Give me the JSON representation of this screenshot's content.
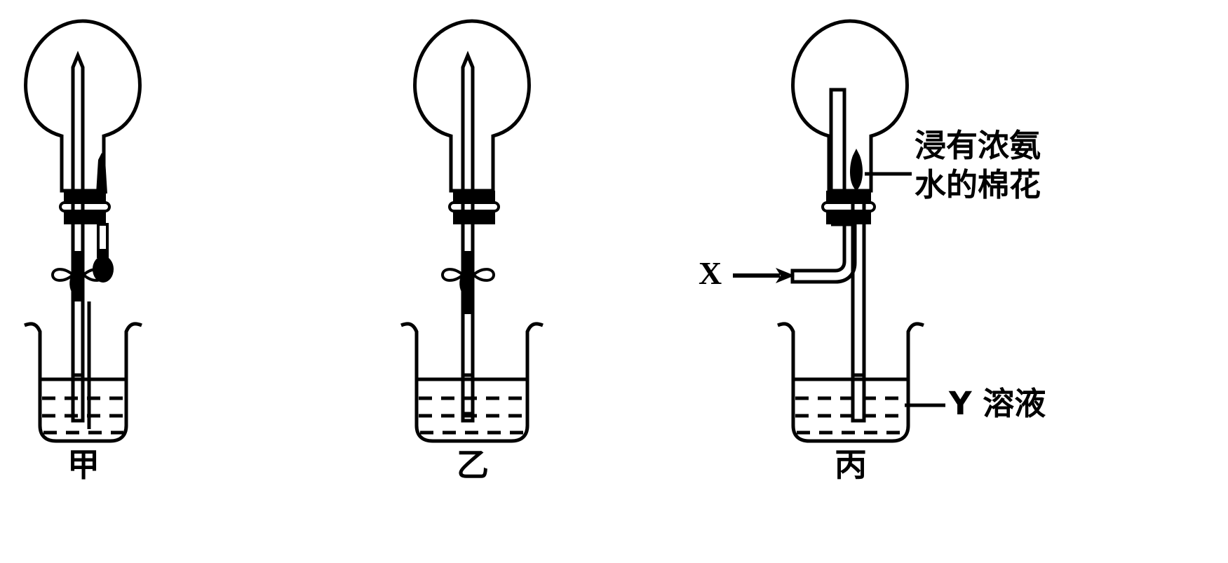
{
  "figure": {
    "title_present": false,
    "background_color": "#ffffff",
    "ink_color": "#000000",
    "apparatus_count": 3
  },
  "apparatus": [
    {
      "id": "jia",
      "name": "甲",
      "components": [
        "round-bottom-flask",
        "burning-splint",
        "rubber-stopper",
        "glass-tube",
        "dropper",
        "pinch-clamp",
        "beaker",
        "liquid"
      ]
    },
    {
      "id": "yi",
      "name": "乙",
      "components": [
        "round-bottom-flask",
        "rubber-stopper",
        "glass-tube",
        "pinch-clamp",
        "beaker",
        "liquid"
      ]
    },
    {
      "id": "bing",
      "name": "丙",
      "components": [
        "round-bottom-flask",
        "ammonia-cotton",
        "rubber-stopper",
        "bent-inlet-tube",
        "glass-tube",
        "beaker",
        "liquid"
      ]
    }
  ],
  "annotations": {
    "cotton_label": {
      "line1": "浸有浓氨",
      "line2": "水的棉花",
      "full": "浸有浓氨水的棉花"
    },
    "inlet_label": "X",
    "inlet_arrow": "→",
    "solution_label": "Y 溶液"
  },
  "labels": {
    "jia": "甲",
    "yi": "乙",
    "bing": "丙"
  }
}
